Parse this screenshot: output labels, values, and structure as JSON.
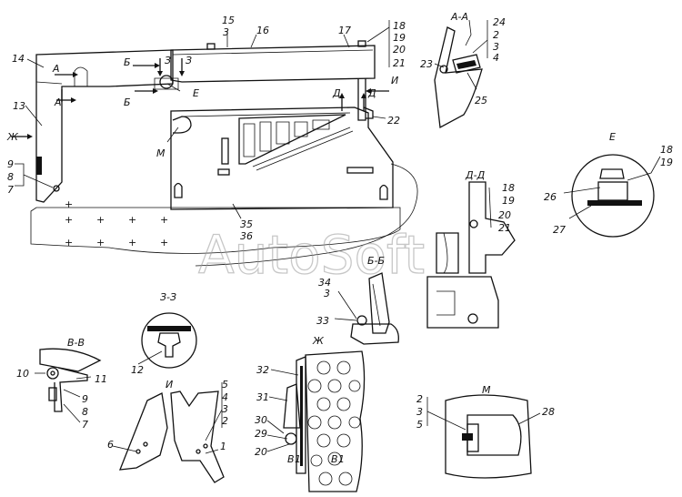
{
  "watermark": "AutoSoft",
  "section_titles": {
    "aa": "А-А",
    "bb": "Б-Б",
    "vv": "В-В",
    "dd": "Д-Д",
    "e": "Е",
    "zz": "З-З",
    "i": "И",
    "zh": "Ж",
    "m": "М"
  },
  "view_marks": {
    "a1": "А",
    "a2": "А",
    "b1": "Б",
    "b2": "Б",
    "z1": "З",
    "z2": "З",
    "d1": "Д",
    "d2": "Д",
    "i": "И",
    "e": "Е",
    "zh": "Ж",
    "m": "М"
  },
  "callouts": {
    "n1": "1",
    "n2": "2",
    "n3": "3",
    "n4": "4",
    "n5": "5",
    "n6": "6",
    "n7": "7",
    "n8": "8",
    "n9": "9",
    "n10": "10",
    "n11": "11",
    "n12": "12",
    "n13": "13",
    "n14": "14",
    "n15": "15",
    "n16": "16",
    "n17": "17",
    "n18": "18",
    "n19": "19",
    "n20": "20",
    "n21": "21",
    "n22": "22",
    "n23": "23",
    "n24": "24",
    "n25": "25",
    "n26": "26",
    "n27": "27",
    "n28": "28",
    "n29": "29",
    "n30": "30",
    "n31": "31",
    "n32": "32",
    "n33": "33",
    "n34": "34",
    "n35": "35",
    "n36": "36"
  }
}
